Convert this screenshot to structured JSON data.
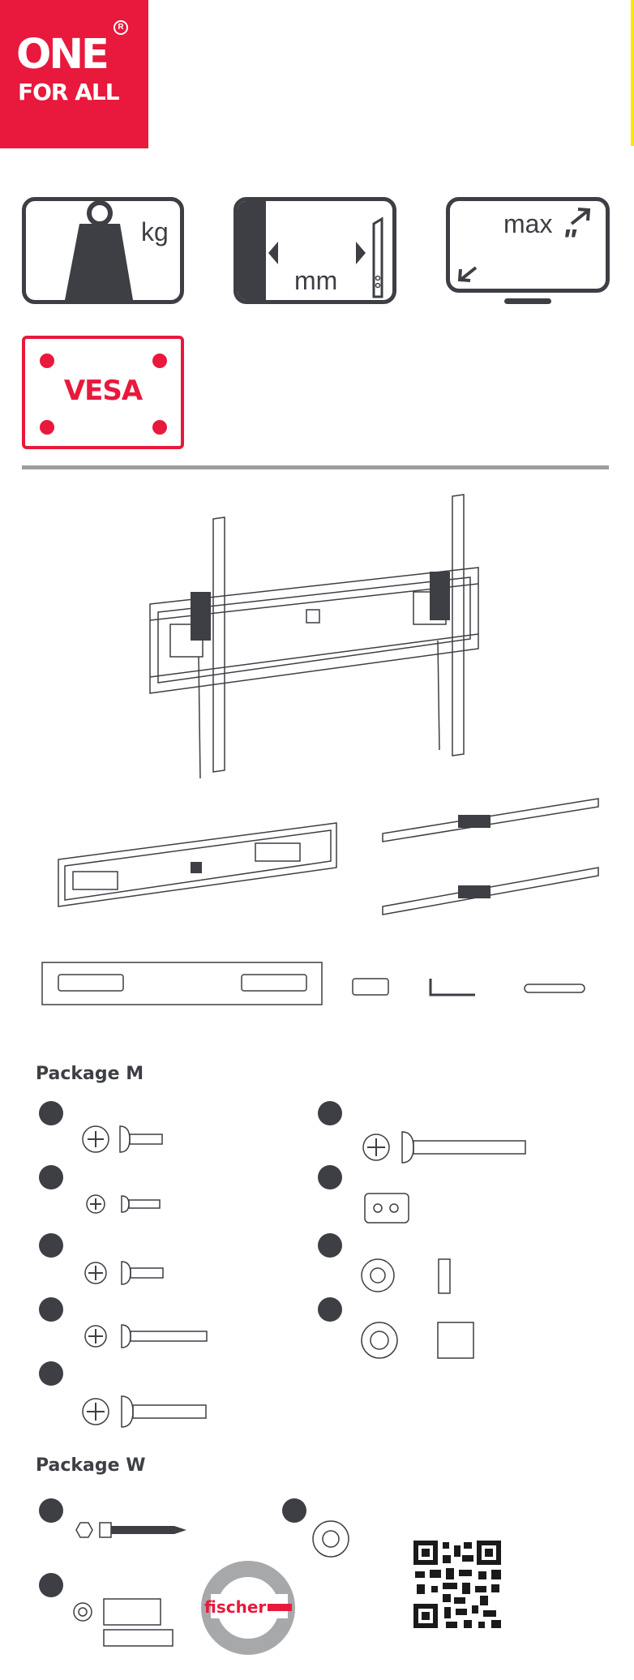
{
  "logo": {
    "line1": "ONE",
    "line2": "FOR ALL",
    "registered": "R"
  },
  "specs": {
    "weight_unit": "kg",
    "distance_unit": "mm",
    "screen_label": "max",
    "screen_unit": "\"",
    "vesa_label": "VESA"
  },
  "packages": {
    "m_title": "Package M",
    "w_title": "Package W",
    "anchor_brand": "fischer"
  },
  "colors": {
    "brand_red": "#e8193c",
    "icon_dark": "#3d3f45",
    "divider": "#9c9d9f"
  }
}
